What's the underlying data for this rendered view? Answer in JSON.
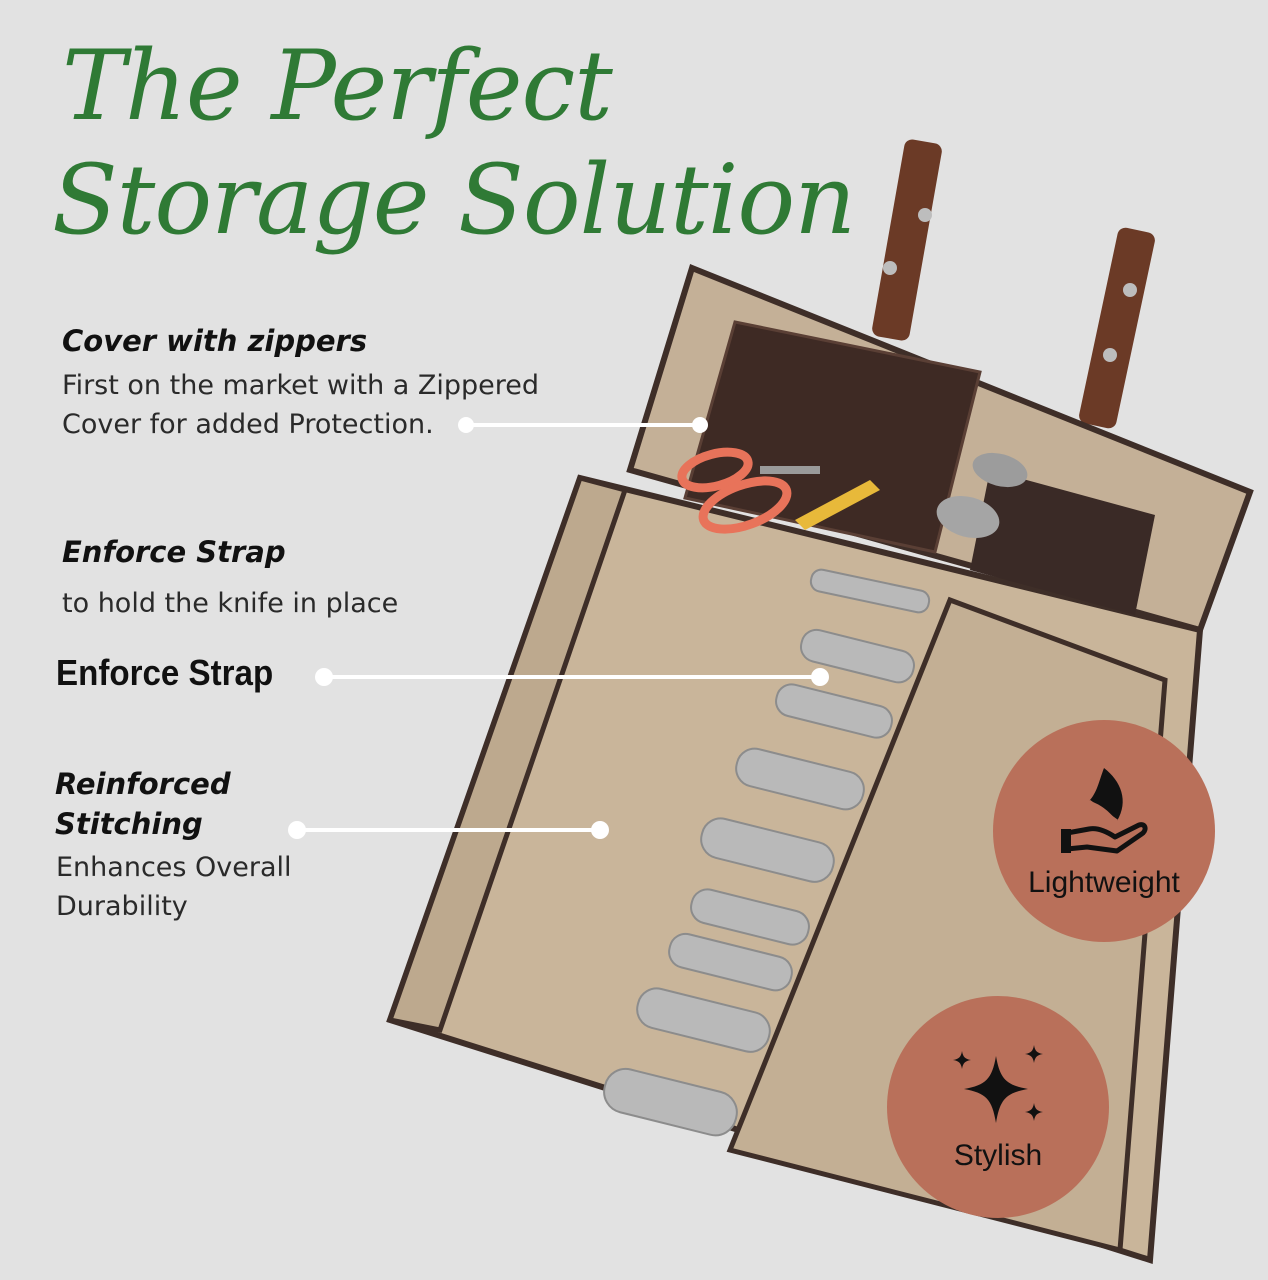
{
  "title": {
    "line1": "The Perfect",
    "line2": "Storage Solution"
  },
  "features": {
    "cover": {
      "heading": "Cover with zippers",
      "line1": "First on the market with a Zippered",
      "line2": "Cover for added Protection."
    },
    "strap": {
      "heading": "Enforce Strap",
      "body": "to hold the knife in place",
      "callout": "Enforce Strap"
    },
    "stitching": {
      "heading_line1": "Reinforced",
      "heading_line2": "Stitching",
      "line1": "Enhances Overall",
      "line2": "Durability"
    }
  },
  "badges": [
    {
      "label": "Lightweight",
      "icon": "feather-hand-icon"
    },
    {
      "label": "Stylish",
      "icon": "sparkle-icon"
    }
  ],
  "colors": {
    "title_green": "#2f7a35",
    "badge": "#b9705a",
    "canvas": "#c9b59a",
    "leather": "#3e2a24",
    "background": "#e2e2e2"
  }
}
